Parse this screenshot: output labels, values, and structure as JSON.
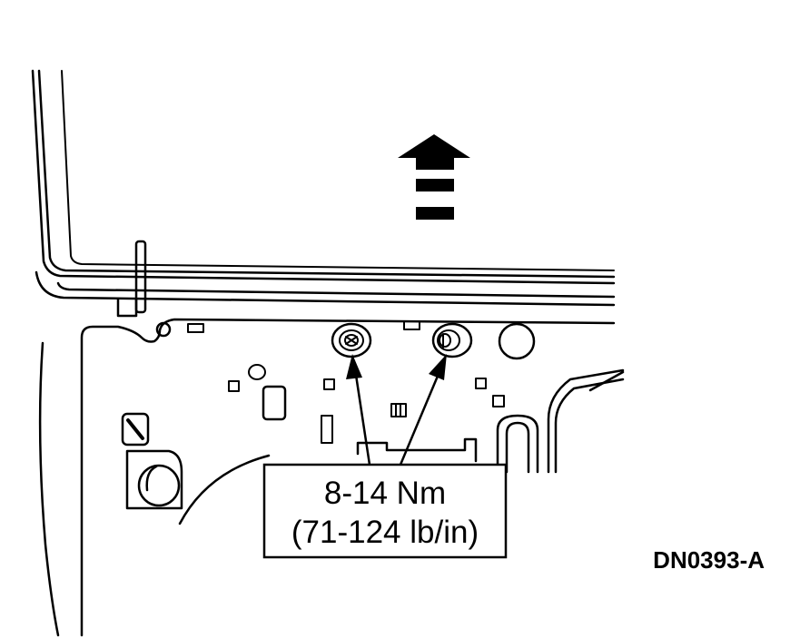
{
  "callout": {
    "torque_nm": "8-14 Nm",
    "torque_lbin": "(71-124 lb/in)"
  },
  "figure_id": "DN0393-A",
  "icons": {
    "direction_arrow": "up-arrow-icon",
    "fasteners": "screw-icon"
  }
}
